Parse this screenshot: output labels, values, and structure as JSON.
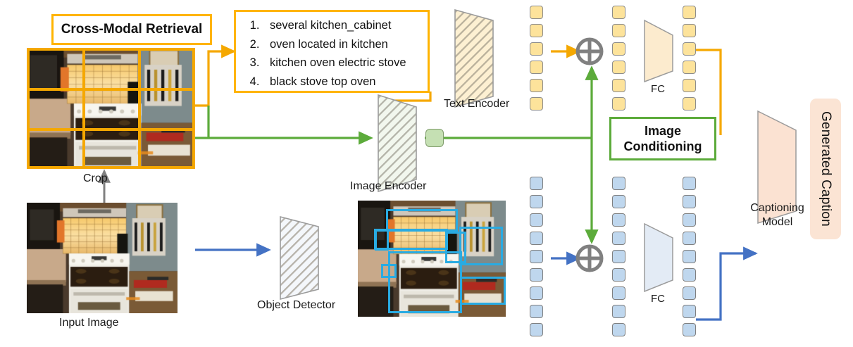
{
  "diagram": {
    "title": "Retrieval-augmented image captioning pipeline",
    "blocks": {
      "cross_modal_retrieval": "Cross-Modal Retrieval",
      "image_conditioning_line1": "Image",
      "image_conditioning_line2": "Conditioning",
      "generated_caption": "Generated Caption"
    },
    "retrieved_captions": [
      "several kitchen_cabinet",
      "oven located in kitchen",
      "kitchen oven electric stove",
      "black stove top oven"
    ],
    "labels": {
      "crop": "Crop",
      "input_image": "Input Image",
      "text_encoder": "Text Encoder",
      "image_encoder": "Image Encoder",
      "object_detector": "Object Detector",
      "fc_top": "FC",
      "fc_bottom": "FC",
      "captioning_model_line1": "Captioning",
      "captioning_model_line2": "Model"
    },
    "operators": {
      "fusion_top": "⊕",
      "fusion_bottom": "⊕"
    },
    "token_columns": [
      {
        "name": "text-tokens-pre-fusion",
        "count": 6,
        "color": "yellow"
      },
      {
        "name": "text-tokens-post-fusion",
        "count": 6,
        "color": "yellow"
      },
      {
        "name": "text-tokens-post-fc",
        "count": 6,
        "color": "yellow"
      },
      {
        "name": "region-tokens-pre-fusion",
        "count": 9,
        "color": "blue"
      },
      {
        "name": "region-tokens-post-fusion",
        "count": 9,
        "color": "blue"
      },
      {
        "name": "region-tokens-post-fc",
        "count": 9,
        "color": "blue"
      }
    ],
    "colors": {
      "retrieval_yellow": "#FFB400",
      "flow_yellow": "#F5A800",
      "flow_green": "#5CAB3B",
      "flow_blue": "#4472C4",
      "flow_gray": "#808080",
      "detection_box": "#29ABE2",
      "token_yellow": "#FDE39B",
      "token_blue": "#BFD7EE",
      "token_green": "#C5E0B3",
      "caption_peach": "#FBE4D4"
    },
    "detection_box_count": 7,
    "crop_grid": {
      "rows": 3,
      "cols": 3
    }
  }
}
